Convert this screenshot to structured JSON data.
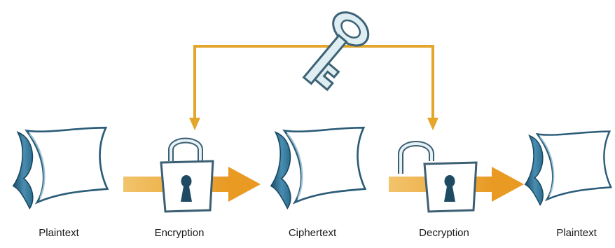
{
  "labels": {
    "plaintext_in": "Plaintext",
    "encryption": "Encryption",
    "ciphertext": "Ciphertext",
    "decryption": "Decryption",
    "plaintext_out": "Plaintext"
  },
  "colors": {
    "arrow": "#e8a633",
    "key_line": "#e3a52a",
    "doc_fill": "#2b6d8e",
    "doc_edge": "#1c4f6b",
    "lock_stroke": "#3d5f73",
    "key_fill": "#dfeef2",
    "key_stroke": "#3d6376"
  },
  "icons": {
    "key": "key-icon",
    "locked": "closed-padlock-icon",
    "unlocked": "open-padlock-icon",
    "document": "document-icon"
  }
}
